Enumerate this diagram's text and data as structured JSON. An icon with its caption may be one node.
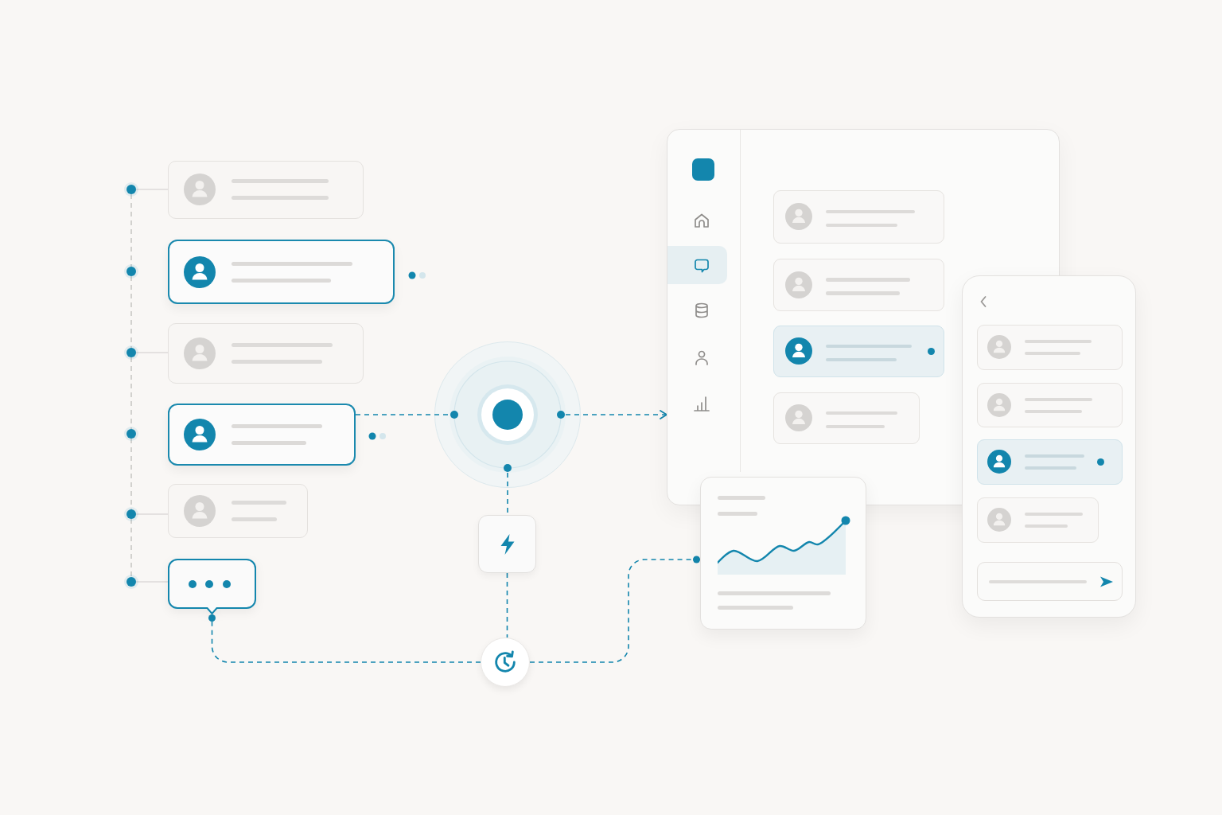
{
  "diagram": {
    "nodes": [
      {
        "text": [],
        "shape": "circle"
      },
      {
        "text": [],
        "shape": "circle"
      },
      {
        "text": [],
        "shape": "circle"
      },
      {
        "text": [],
        "shape": "circle"
      },
      {
        "text": [],
        "shape": "circle"
      },
      {
        "text": [],
        "shape": "circle"
      },
      {
        "text": [],
        "shape": "box"
      },
      {
        "text": [],
        "shape": "box"
      },
      {
        "text": [],
        "shape": "box"
      },
      {
        "text": [],
        "shape": "box"
      },
      {
        "text": [],
        "shape": "box"
      },
      {
        "text": [],
        "shape": "bubble"
      },
      {
        "text": [],
        "shape": "circle"
      },
      {
        "text": [],
        "shape": "box"
      },
      {
        "text": [],
        "shape": "circle"
      },
      {
        "text": [],
        "shape": "box"
      },
      {
        "text": [],
        "shape": "box",
        "in": 15
      },
      {
        "text": [],
        "shape": "box",
        "in": 15
      },
      {
        "text": [],
        "shape": "box",
        "in": 15
      },
      {
        "text": [],
        "shape": "box",
        "in": 15
      },
      {
        "text": [],
        "shape": "box"
      },
      {
        "text": [],
        "shape": "box"
      },
      {
        "text": [],
        "shape": "box",
        "in": 21
      },
      {
        "text": [],
        "shape": "box",
        "in": 21
      },
      {
        "text": [],
        "shape": "box",
        "in": 21
      },
      {
        "text": [],
        "shape": "box",
        "in": 21
      }
    ],
    "edges": [
      {
        "from": 0,
        "to": 1,
        "arrow": "none",
        "style": "dashed",
        "color": "#c9c7c5"
      },
      {
        "from": 1,
        "to": 2,
        "arrow": "none",
        "style": "dashed",
        "color": "#c9c7c5"
      },
      {
        "from": 2,
        "to": 3,
        "arrow": "none",
        "style": "dashed",
        "color": "#c9c7c5"
      },
      {
        "from": 3,
        "to": 4,
        "arrow": "none",
        "style": "dashed",
        "color": "#c9c7c5"
      },
      {
        "from": 4,
        "to": 5,
        "arrow": "none",
        "style": "dashed",
        "color": "#c9c7c5"
      },
      {
        "from": 0,
        "to": 6,
        "arrow": "none",
        "color": "#dcdad8"
      },
      {
        "from": 2,
        "to": 8,
        "arrow": "none",
        "color": "#dcdad8"
      },
      {
        "from": 4,
        "to": 10,
        "arrow": "none",
        "color": "#dcdad8"
      },
      {
        "from": 5,
        "to": 11,
        "arrow": "none",
        "color": "#dcdad8"
      },
      {
        "from": 9,
        "to": 12,
        "arrow": "none",
        "style": "dashed",
        "color": "#1386ad"
      },
      {
        "from": 12,
        "to": 15,
        "arrow": "to",
        "style": "dashed",
        "color": "#1386ad"
      },
      {
        "from": 12,
        "to": 13,
        "arrow": "none",
        "style": "dashed",
        "color": "#1386ad"
      },
      {
        "from": 13,
        "to": 14,
        "arrow": "none",
        "style": "dashed",
        "color": "#1386ad"
      },
      {
        "from": 14,
        "to": 11,
        "arrow": "other",
        "style": "dashed",
        "color": "#1386ad"
      },
      {
        "from": 14,
        "to": 20,
        "arrow": "other",
        "style": "dashed",
        "color": "#1386ad"
      }
    ]
  }
}
